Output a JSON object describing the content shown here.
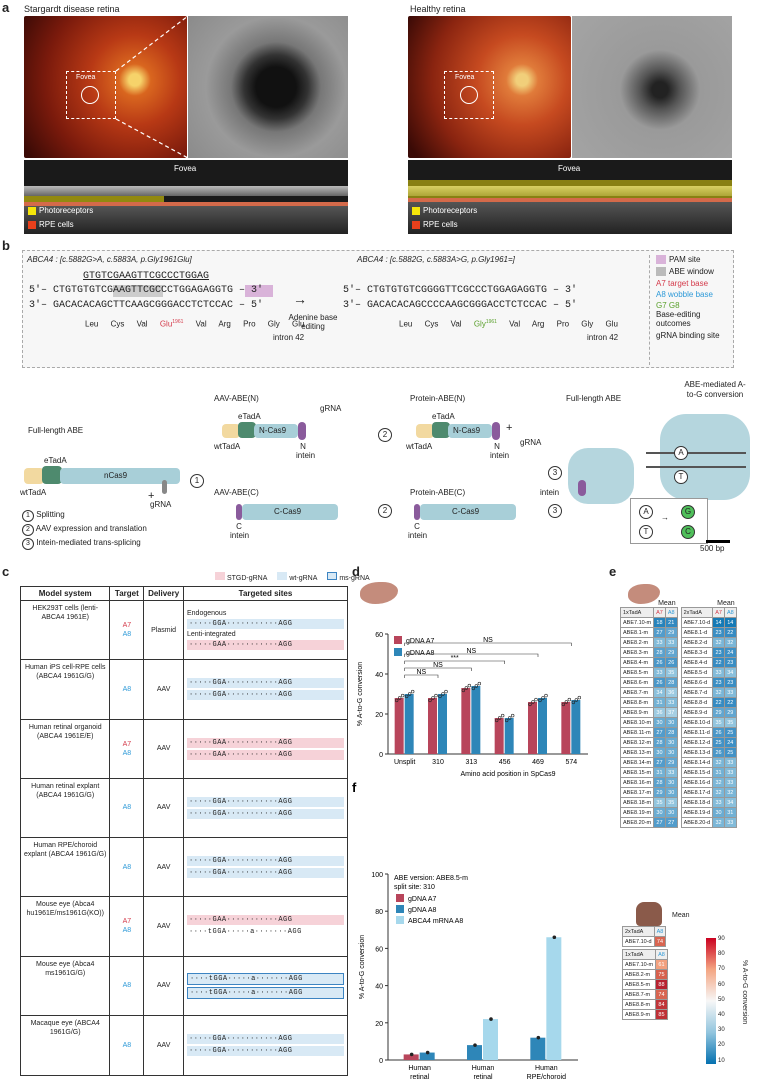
{
  "panel_a": {
    "letter": "a",
    "left_title": "Stargardt disease retina",
    "right_title": "Healthy retina",
    "fovea_label": "Fovea",
    "oct_fovea": "Fovea",
    "legend_photoreceptors": "Photoreceptors",
    "legend_rpe": "RPE cells",
    "colors": {
      "photoreceptors": "#f5e60a",
      "rpe": "#e8401c"
    }
  },
  "panel_b": {
    "letter": "b",
    "mut_head": "ABCA4 : [c.5882G>A, c.5883A, p.Gly1961Glu]",
    "wt_head": "ABCA4 : [c.5882G, c.5883A>G, p.Gly1961=]",
    "grna_seq": "GTGTCGAAGTTCGCCCTGGAG",
    "mut_top": "5′– CTGTGTGTCGAAGTTCGCCCTGGAGAGGTG – 3′",
    "mut_bot": "3′– GACACACAGCTTCAAGCGGGACCTCTCCAC – 5′",
    "wt_top": "5′– CTGTGTGTCGGGGTTCGCCCTGGAGAGGTG – 3′",
    "wt_bot": "3′– GACACACAGCCCCAAGCGGGACCTCTCCAC – 5′",
    "aa_mut": [
      "Leu",
      "Cys",
      "Val",
      "Glu",
      "Val",
      "Arg",
      "Pro",
      "Gly",
      "Glu"
    ],
    "aa_wt": [
      "Leu",
      "Cys",
      "Val",
      "Gly",
      "Val",
      "Arg",
      "Pro",
      "Gly",
      "Glu"
    ],
    "aa_superscript": "1961",
    "intron": "intron 42",
    "arrow_label": "Adenine base editing",
    "legend": {
      "pam": "PAM site",
      "abe": "ABE window",
      "a7": "A7 target base",
      "a8": "A8 wobble base",
      "g78": "G7 G8",
      "outcomes": "Base-editing outcomes",
      "binding": "gRNA binding site"
    },
    "labels": {
      "full_abe": "Full-length ABE",
      "wttada": "wtTadA",
      "etada": "eTadA",
      "ncas9": "nCas9",
      "grna": "gRNA",
      "aav_n": "AAV-ABE(N)",
      "aav_c": "AAV-ABE(C)",
      "n_cas9": "N-Cas9",
      "c_cas9": "C-Cas9",
      "n_intein": "N intein",
      "c_intein": "C intein",
      "prot_n": "Protein-ABE(N)",
      "prot_c": "Protein-ABE(C)",
      "full_abe2": "Full-length ABE",
      "mediated": "ABE-mediated A-to-G conversion",
      "intein": "intein",
      "step1": "Splitting",
      "step2": "AAV expression and translation",
      "step3": "Intein-mediated trans-splicing",
      "scale": "500 bp",
      "A": "A",
      "T": "T",
      "G": "G",
      "C": "C"
    }
  },
  "panel_c": {
    "letter": "c",
    "legend": [
      "STGD-gRNA",
      "wt-gRNA",
      "ms-gRNA"
    ],
    "headers": [
      "Model system",
      "Target",
      "Delivery",
      "Targeted sites"
    ],
    "rows": [
      {
        "name": "HEK293T cells (lenti-ABCA4 1961E)",
        "target": [
          "A7",
          "A8"
        ],
        "delivery": "Plasmid",
        "sites": [
          {
            "label": "Endogenous",
            "seq": "·····GGA···········AGG",
            "type": "wt"
          },
          {
            "label": "Lenti-integrated",
            "seq": "·····GAA···········AGG",
            "type": "stgd"
          }
        ]
      },
      {
        "name": "Human iPS cell-RPE cells (ABCA4 1961G/G)",
        "target": [
          "A8"
        ],
        "delivery": "AAV",
        "sites": [
          {
            "seq": "·····GGA···········AGG",
            "type": "wt"
          },
          {
            "seq": "·····GGA···········AGG",
            "type": "wt"
          }
        ]
      },
      {
        "name": "Human retinal organoid (ABCA4 1961E/E)",
        "target": [
          "A7",
          "A8"
        ],
        "delivery": "AAV",
        "sites": [
          {
            "seq": "·····GAA···········AGG",
            "type": "stgd"
          },
          {
            "seq": "·····GAA···········AGG",
            "type": "stgd"
          }
        ]
      },
      {
        "name": "Human retinal explant (ABCA4 1961G/G)",
        "target": [
          "A8"
        ],
        "delivery": "AAV",
        "sites": [
          {
            "seq": "·····GGA···········AGG",
            "type": "wt"
          },
          {
            "seq": "·····GGA···········AGG",
            "type": "wt"
          }
        ]
      },
      {
        "name": "Human RPE/choroid explant (ABCA4 1961G/G)",
        "target": [
          "A8"
        ],
        "delivery": "AAV",
        "sites": [
          {
            "seq": "·····GGA···········AGG",
            "type": "wt"
          },
          {
            "seq": "·····GGA···········AGG",
            "type": "wt"
          }
        ]
      },
      {
        "name": "Mouse eye (Abca4 hu1961E/ms1961G(KO))",
        "target": [
          "A7",
          "A8"
        ],
        "delivery": "AAV",
        "sites": [
          {
            "seq": "·····GAA···········AGG",
            "type": "stgd"
          },
          {
            "seq": "····tGGA·····a·······AGG",
            "type": "none"
          }
        ]
      },
      {
        "name": "Mouse eye (Abca4 ms1961G/G)",
        "target": [
          "A8"
        ],
        "delivery": "AAV",
        "sites": [
          {
            "seq": "····tGGA·····a·······AGG",
            "type": "ms"
          },
          {
            "seq": "····tGGA·····a·······AGG",
            "type": "ms"
          }
        ]
      },
      {
        "name": "Macaque eye (ABCA4 1961G/G)",
        "target": [
          "A8"
        ],
        "delivery": "AAV",
        "sites": [
          {
            "seq": "·····GGA···········AGG",
            "type": "wt"
          },
          {
            "seq": "·····GGA···········AGG",
            "type": "wt"
          }
        ]
      }
    ]
  },
  "panel_d": {
    "letter": "d"
  },
  "panel_e": {
    "letter": "e",
    "mean": "Mean",
    "head1": "1xTadA",
    "head2": "2xTadA",
    "a7": "A7",
    "a8": "A8",
    "left": [
      [
        "ABE7.10-m",
        18,
        21
      ],
      [
        "ABE8.1-m",
        27,
        29
      ],
      [
        "ABE8.2-m",
        33,
        33
      ],
      [
        "ABE8.3-m",
        28,
        29
      ],
      [
        "ABE8.4-m",
        26,
        26
      ],
      [
        "ABE8.5-m",
        33,
        35
      ],
      [
        "ABE8.6-m",
        26,
        28
      ],
      [
        "ABE8.7-m",
        34,
        36
      ],
      [
        "ABE8.8-m",
        31,
        33
      ],
      [
        "ABE8.9-m",
        36,
        37
      ],
      [
        "ABE8.10-m",
        30,
        30
      ],
      [
        "ABE8.11-m",
        27,
        28
      ],
      [
        "ABE8.12-m",
        28,
        30
      ],
      [
        "ABE8.13-m",
        30,
        30
      ],
      [
        "ABE8.14-m",
        27,
        29
      ],
      [
        "ABE8.15-m",
        31,
        33
      ],
      [
        "ABE8.16-m",
        28,
        30
      ],
      [
        "ABE8.17-m",
        29,
        30
      ],
      [
        "ABE8.18-m",
        35,
        35
      ],
      [
        "ABE8.19-m",
        30,
        30
      ],
      [
        "ABE8.20-m",
        27,
        27
      ]
    ],
    "right": [
      [
        "ABE7.10-d",
        14,
        14
      ],
      [
        "ABE8.1-d",
        23,
        22
      ],
      [
        "ABE8.2-d",
        32,
        32
      ],
      [
        "ABE8.3-d",
        23,
        24
      ],
      [
        "ABE8.4-d",
        22,
        23
      ],
      [
        "ABE8.5-d",
        33,
        34
      ],
      [
        "ABE8.6-d",
        23,
        23
      ],
      [
        "ABE8.7-d",
        32,
        33
      ],
      [
        "ABE8.8-d",
        22,
        22
      ],
      [
        "ABE8.9-d",
        29,
        29
      ],
      [
        "ABE8.10-d",
        35,
        35
      ],
      [
        "ABE8.11-d",
        26,
        25
      ],
      [
        "ABE8.12-d",
        25,
        24
      ],
      [
        "ABE8.13-d",
        26,
        25
      ],
      [
        "ABE8.14-d",
        32,
        33
      ],
      [
        "ABE8.15-d",
        31,
        33
      ],
      [
        "ABE8.16-d",
        32,
        33
      ],
      [
        "ABE8.17-d",
        32,
        32
      ],
      [
        "ABE8.18-d",
        33,
        34
      ],
      [
        "ABE8.19-d",
        30,
        31
      ],
      [
        "ABE8.20-d",
        32,
        33
      ]
    ],
    "bottom_mean": "Mean",
    "bottom": [
      {
        "head": "2xTadA",
        "a8": "A8",
        "rows": [
          [
            "ABE7.10-d",
            74
          ]
        ]
      },
      {
        "head": "1xTadA",
        "a8": "A8",
        "rows": [
          [
            "ABE7.10-m",
            61
          ],
          [
            "ABE8.2-m",
            75
          ],
          [
            "ABE8.5-m",
            88
          ],
          [
            "ABE8.7-m",
            74
          ],
          [
            "ABE8.8-m",
            84
          ],
          [
            "ABE8.9-m",
            85
          ]
        ]
      }
    ],
    "colorbar_label": "% A-to-G conversion",
    "colorbar_ticks": [
      90,
      80,
      70,
      60,
      50,
      40,
      30,
      20,
      10
    ]
  },
  "chart_data": [
    {
      "type": "bar",
      "panel": "d",
      "categories": [
        "Unsplit",
        "310",
        "313",
        "456",
        "469",
        "574"
      ],
      "series": [
        {
          "name": "gDNA A7",
          "values": [
            28,
            28,
            33,
            18,
            26,
            26
          ],
          "color": "#b8455b"
        },
        {
          "name": "gDNA A8",
          "values": [
            30,
            30,
            34,
            18,
            28,
            27
          ],
          "color": "#2e86b8"
        }
      ],
      "xlabel": "Amino acid position in SpCas9",
      "ylabel": "% A-to-G conversion",
      "ylim": [
        0,
        60
      ],
      "yticks": [
        0,
        20,
        40,
        60
      ],
      "significance": [
        "NS",
        "NS",
        "***",
        "NS",
        "NS"
      ]
    },
    {
      "type": "bar",
      "panel": "f",
      "title": "ABE version: ABE8.5-m",
      "subtitle": "split site: 310",
      "categories": [
        "Human retinal organoids",
        "Human retinal explants",
        "Human RPE/choroid explants"
      ],
      "series": [
        {
          "name": "gDNA A7",
          "values": [
            3,
            null,
            null
          ],
          "color": "#b8455b"
        },
        {
          "name": "gDNA A8",
          "values": [
            4,
            8,
            12
          ],
          "color": "#2e86b8"
        },
        {
          "name": "ABCA4 mRNA A8",
          "values": [
            null,
            22,
            66
          ],
          "color": "#a6d8ec"
        }
      ],
      "ylabel": "% A-to-G conversion",
      "ylim": [
        0,
        100
      ],
      "yticks": [
        0,
        20,
        40,
        60,
        80,
        100
      ]
    }
  ]
}
